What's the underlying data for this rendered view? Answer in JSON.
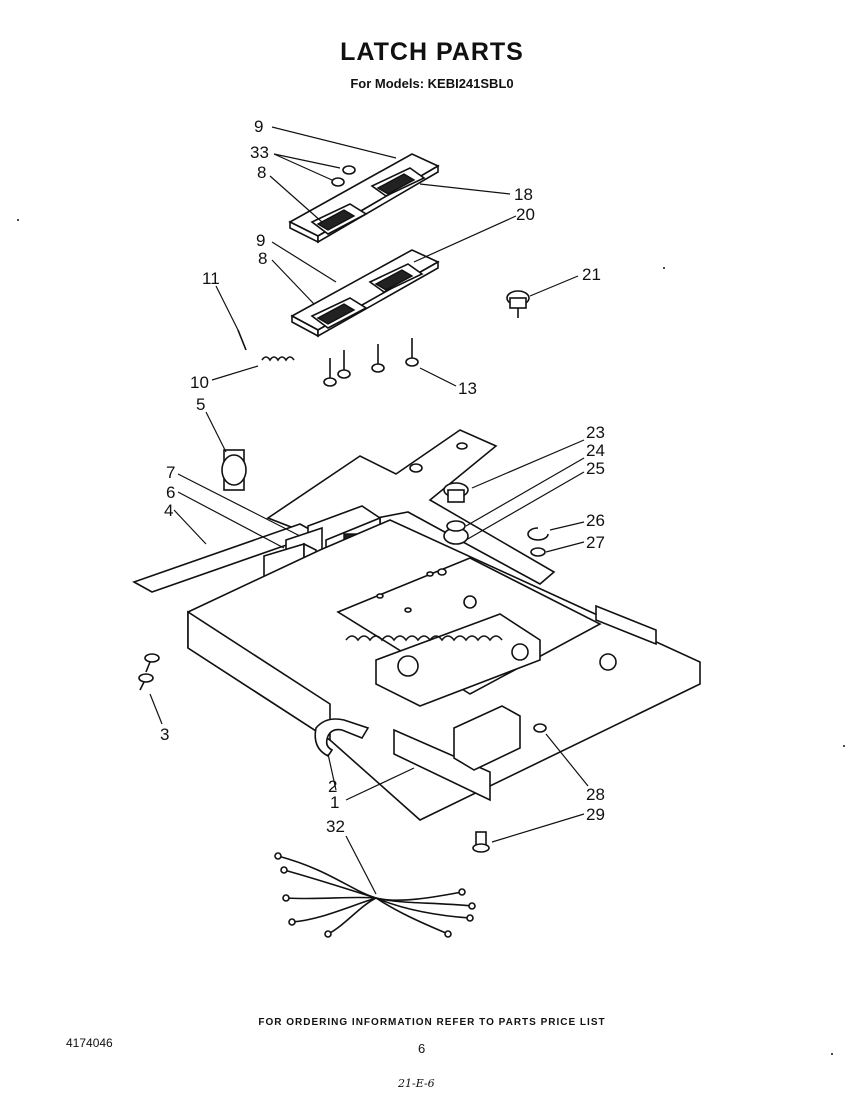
{
  "header": {
    "title": "LATCH PARTS",
    "subtitle": "For Models: KEBI241SBL0"
  },
  "callouts": {
    "c1": "1",
    "c2": "2",
    "c3": "3",
    "c4": "4",
    "c5": "5",
    "c6": "6",
    "c7": "7",
    "c8a": "8",
    "c8b": "8",
    "c9a": "9",
    "c9b": "9",
    "c10": "10",
    "c11": "11",
    "c13": "13",
    "c18": "18",
    "c20": "20",
    "c21": "21",
    "c23": "23",
    "c24": "24",
    "c25": "25",
    "c26": "26",
    "c27": "27",
    "c28": "28",
    "c29": "29",
    "c32": "32",
    "c33": "33"
  },
  "footer": {
    "ordering_note": "FOR ORDERING INFORMATION REFER TO PARTS PRICE LIST",
    "doc_number": "4174046",
    "page_number": "6",
    "handwritten_date": "21-E-6"
  }
}
